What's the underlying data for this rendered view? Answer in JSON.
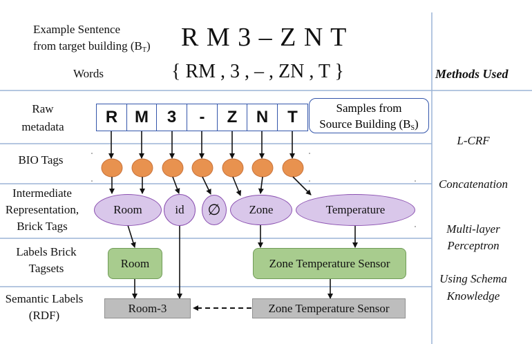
{
  "header": {
    "example_sentence_label": "Example Sentence",
    "from_target_building_label": "from target building (B",
    "from_target_building_sub": "T",
    "from_target_building_close": ")",
    "example_sentence": "R M 3 – Z N T",
    "words_label": "Words",
    "words": "{ RM , 3 , – , ZN , T }",
    "methods_used": "Methods Used"
  },
  "rows": {
    "raw_metadata": "Raw metadata",
    "bio_tags": "BIO Tags",
    "intermediate": "Intermediate Representation, Brick Tags",
    "labels": "Labels Brick Tagsets",
    "semantic": "Semantic Labels (RDF)"
  },
  "characters": [
    "R",
    "M",
    "3",
    "-",
    "Z",
    "N",
    "T"
  ],
  "source_building": {
    "line1": "Samples from",
    "line2": "Source Building (B",
    "sub": "S",
    "close": ")"
  },
  "brick_tags": {
    "room": "Room",
    "id": "id",
    "empty": "∅",
    "zone": "Zone",
    "temperature": "Temperature"
  },
  "tagsets": {
    "room": "Room",
    "zone_temp_sensor": "Zone Temperature Sensor"
  },
  "rdf": {
    "room3": "Room-3",
    "zone_temp_sensor": "Zone Temperature Sensor"
  },
  "methods": {
    "lcrf": "L-CRF",
    "concatenation": "Concatenation",
    "mlp_line1": "Multi-layer",
    "mlp_line2": "Perceptron",
    "schema_line1": "Using Schema",
    "schema_line2": "Knowledge"
  },
  "colors": {
    "row_divider": "#9bb3d6",
    "char_border": "#3355aa",
    "bio_circle": "#e8924f",
    "ellipse_fill": "#d9c7ea",
    "ellipse_border": "#8a4fb0",
    "tagset_fill": "#a8cc8e",
    "rdf_fill": "#bdbdbd"
  }
}
